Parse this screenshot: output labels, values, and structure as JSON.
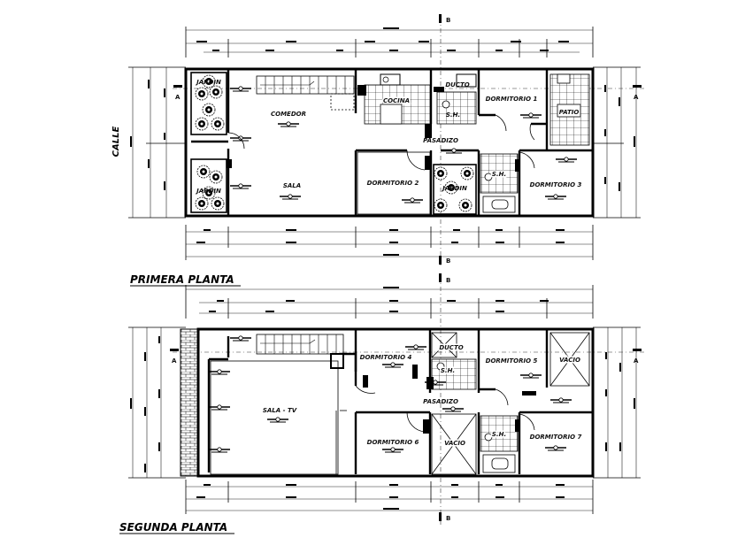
{
  "floors": [
    {
      "title": "PRIMERA PLANTA",
      "street_label": "CALLE",
      "rooms": {
        "jardin_front": "JARDIN",
        "jardin_back": "JARDIN",
        "comedor": "COMEDOR",
        "sala": "SALA",
        "cocina": "COCINA",
        "ducto": "DUCTO",
        "sh_a": "S.H.",
        "dormitorio_1": "DORMITORIO 1",
        "patio": "PATIO",
        "pasadizo": "PASADIZO",
        "dormitorio_2": "DORMITORIO 2",
        "jardin_inner": "JARDIN",
        "sh_b": "S.H.",
        "dormitorio_3": "DORMITORIO 3"
      },
      "section_marks": {
        "b_top": "B",
        "b_bottom": "B",
        "a_left": "A",
        "a_right": "A"
      }
    },
    {
      "title": "SEGUNDA PLANTA",
      "rooms": {
        "sala_tv": "SALA - TV",
        "dormitorio_4": "DORMITORIO 4",
        "ducto": "DUCTO",
        "sh_a": "S.H.",
        "dormitorio_5": "DORMITORIO 5",
        "vacio_a": "VACIO",
        "pasadizo": "PASADIZO",
        "dormitorio_6": "DORMITORIO 6",
        "vacio_b": "VACIO",
        "sh_b": "S.H.",
        "dormitorio_7": "DORMITORIO 7"
      },
      "section_marks": {
        "b_top": "B",
        "b_bottom": "B",
        "a_left": "A",
        "a_right": "A"
      }
    }
  ]
}
